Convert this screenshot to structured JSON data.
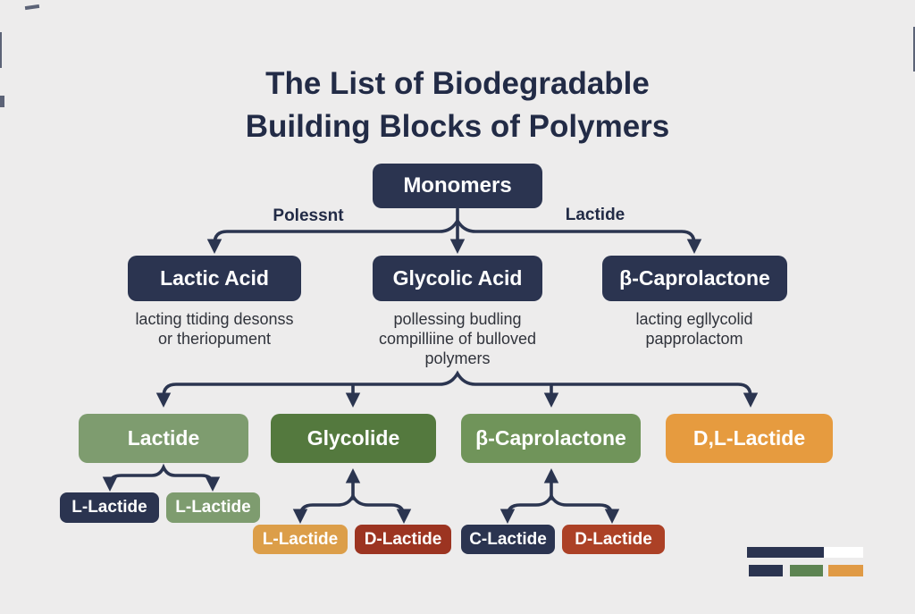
{
  "palette": {
    "background": "#edecec",
    "navy": "#2b3450",
    "line": "#2b3550",
    "sage_green": "#7e9c6f",
    "dark_green": "#54793e",
    "mid_green": "#70945a",
    "orange": "#e69b3f",
    "light_orange": "#dc9e49",
    "dark_red": "#9c3421",
    "brick_red": "#ac4126",
    "legend_green": "#5d8452",
    "legend_orange": "#e09a45",
    "white": "#ffffff",
    "text_dark": "#222b46"
  },
  "title": {
    "line1": "The List of Biodegradable",
    "line2": "Building Blocks of Polymers"
  },
  "root": {
    "label": "Monomers"
  },
  "branch_labels": {
    "left": "Polessnt",
    "right": "Lactide"
  },
  "level2": [
    {
      "label": "Lactic Acid",
      "desc": [
        "lacting ttiding desonss",
        "or theriopument"
      ]
    },
    {
      "label": "Glycolic Acid",
      "desc": [
        "pollessing budling",
        "compilliine of bulloved",
        "polymers"
      ]
    },
    {
      "label": "β-Caprolactone",
      "desc": [
        "lacting egllycolid",
        "papprolactom"
      ]
    }
  ],
  "level3": [
    {
      "label": "Lactide"
    },
    {
      "label": "Glycolide"
    },
    {
      "label": "β-Caprolactone"
    },
    {
      "label": "D,L-Lactide"
    }
  ],
  "level4": {
    "under_lactide": [
      {
        "label": "L-Lactide"
      },
      {
        "label": "L-Lactide"
      }
    ],
    "under_glycolide": [
      {
        "label": "L-Lactide"
      },
      {
        "label": "D-Lactide"
      }
    ],
    "under_caprolactone": [
      {
        "label": "C-Lactide"
      },
      {
        "label": "D-Lactide"
      }
    ]
  }
}
